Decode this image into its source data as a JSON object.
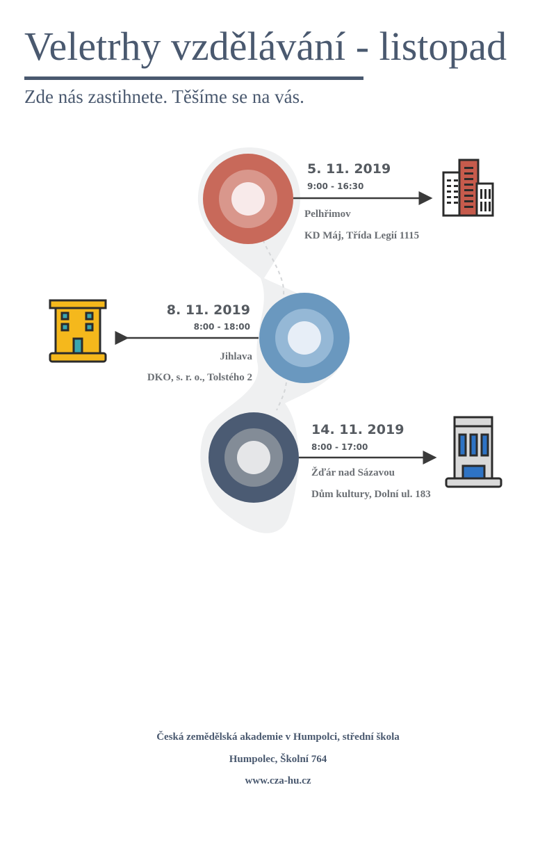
{
  "header": {
    "title": "Veletrhy vzdělávání - listopad",
    "subtitle": "Zde nás zastihnete. Těšíme se na vás."
  },
  "events": [
    {
      "date": "5. 11. 2019",
      "time": "9:00 - 16:30",
      "city": "Pelhřimov",
      "place": "KD Máj, Třída Legií 1115",
      "color": "#c8695a",
      "icon": "red-office-buildings-icon"
    },
    {
      "date": "8. 11. 2019",
      "time": "8:00 - 18:00",
      "city": "Jihlava",
      "place": "DKO, s. r. o., Tolstého 2",
      "color": "#6a98bf",
      "icon": "yellow-building-icon"
    },
    {
      "date": "14. 11. 2019",
      "time": "8:00 - 17:00",
      "city": "Žďár nad Sázavou",
      "place": "Dům kultury, Dolní ul. 183",
      "color": "#4b5b73",
      "icon": "grey-building-icon"
    }
  ],
  "footer": {
    "org": "Česká zemědělská akademie v Humpolci, střední škola",
    "address": "Humpolec, Školní 764",
    "web": "www.cza-hu.cz"
  }
}
